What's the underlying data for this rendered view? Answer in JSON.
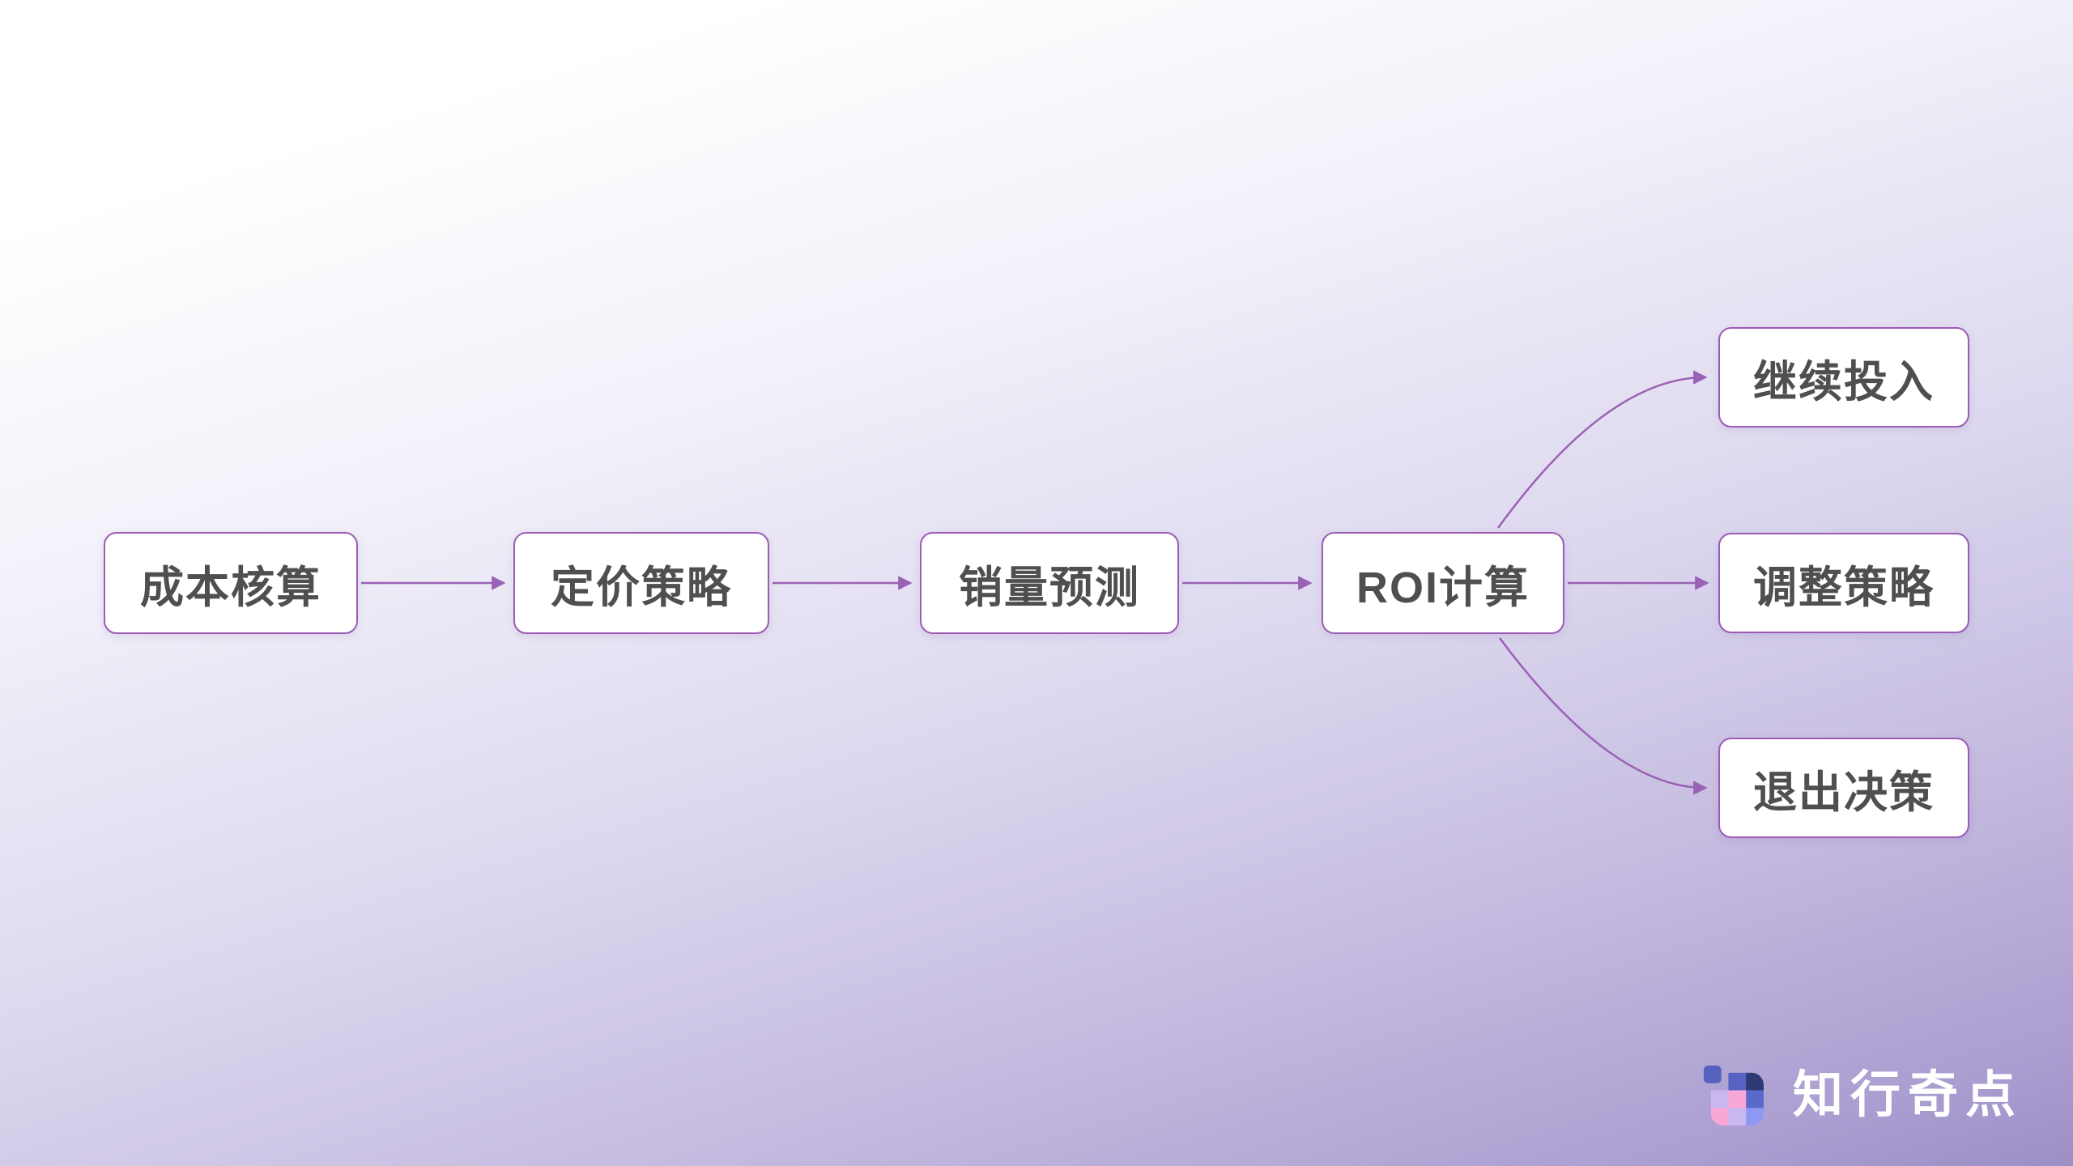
{
  "flowchart": {
    "nodes": [
      {
        "id": "cost-accounting",
        "label": "成本核算"
      },
      {
        "id": "pricing-strategy",
        "label": "定价策略"
      },
      {
        "id": "sales-forecast",
        "label": "销量预测"
      },
      {
        "id": "roi-calculation",
        "label": "ROI计算"
      },
      {
        "id": "continue-investment",
        "label": "继续投入"
      },
      {
        "id": "adjust-strategy",
        "label": "调整策略"
      },
      {
        "id": "exit-decision",
        "label": "退出决策"
      }
    ],
    "edges": [
      {
        "from": "cost-accounting",
        "to": "pricing-strategy"
      },
      {
        "from": "pricing-strategy",
        "to": "sales-forecast"
      },
      {
        "from": "sales-forecast",
        "to": "roi-calculation"
      },
      {
        "from": "roi-calculation",
        "to": "adjust-strategy"
      },
      {
        "from": "roi-calculation",
        "to": "continue-investment"
      },
      {
        "from": "roi-calculation",
        "to": "exit-decision"
      }
    ]
  },
  "branding": {
    "logo_text": "知行奇点"
  },
  "colors": {
    "bg_start": "#ffffff",
    "bg_end": "#9c8fc5",
    "box_border": "#9d5bb5",
    "connector": "#9a62b5",
    "node_text": "#4f4f4f",
    "logo_text": "#ffffff",
    "logo_indigo": "#5562bd",
    "logo_navy": "#2d3a74",
    "logo_lavender": "#c9b7f0",
    "logo_pink": "#f7a8d7",
    "logo_periwinkle": "#8d98f3"
  }
}
